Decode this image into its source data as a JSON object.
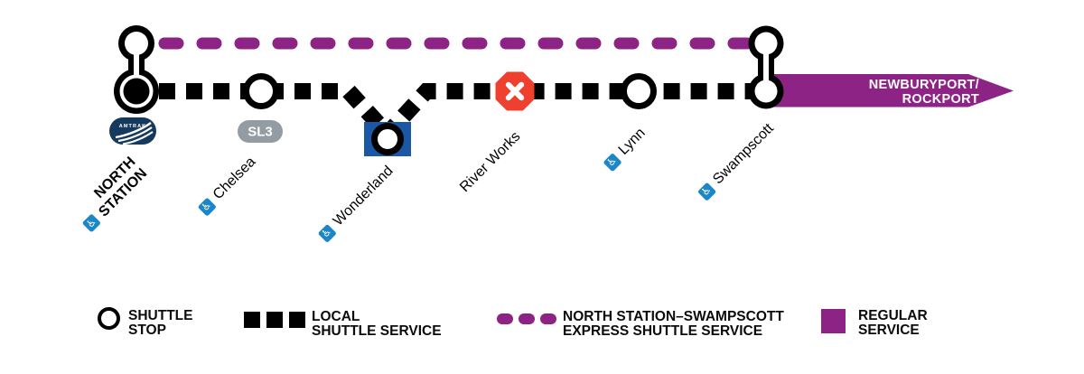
{
  "colors": {
    "purple": "#8E2386",
    "black": "#000000",
    "red_closed": "#EF402F",
    "blue_line": "#1A58A6",
    "accessible_blue": "#1D86C9",
    "amtrak_navy": "#163A5E",
    "silver_line_gray": "#939CA3"
  },
  "icons": {
    "accessibility": "♿"
  },
  "map": {
    "arrow": {
      "line1": "NEWBURYPORT/",
      "line2": "ROCKPORT"
    },
    "badges": {
      "amtrak": "AMTRAK",
      "silver_line": "SL3"
    },
    "stations": [
      {
        "name": "NORTH STATION",
        "line1": "NORTH",
        "line2": "STATION",
        "accessible": true,
        "marker": "express-local-transfer-terminal"
      },
      {
        "name": "Chelsea",
        "accessible": true,
        "marker": "shuttle-stop"
      },
      {
        "name": "Wonderland",
        "accessible": true,
        "marker": "blue-line-shuttle-stop"
      },
      {
        "name": "River Works",
        "accessible": false,
        "marker": "closed-no-service"
      },
      {
        "name": "Lynn",
        "accessible": true,
        "marker": "shuttle-stop"
      },
      {
        "name": "Swampscott",
        "accessible": true,
        "marker": "express-local-transfer"
      }
    ]
  },
  "legend": {
    "shuttle_stop": {
      "line1": "SHUTTLE",
      "line2": "STOP"
    },
    "local_shuttle": {
      "line1": "LOCAL",
      "line2": "SHUTTLE SERVICE"
    },
    "express_shuttle": {
      "line1": "NORTH STATION–SWAMPSCOTT",
      "line2": "EXPRESS SHUTTLE SERVICE"
    },
    "regular_service": {
      "line1": "REGULAR",
      "line2": "SERVICE"
    }
  }
}
